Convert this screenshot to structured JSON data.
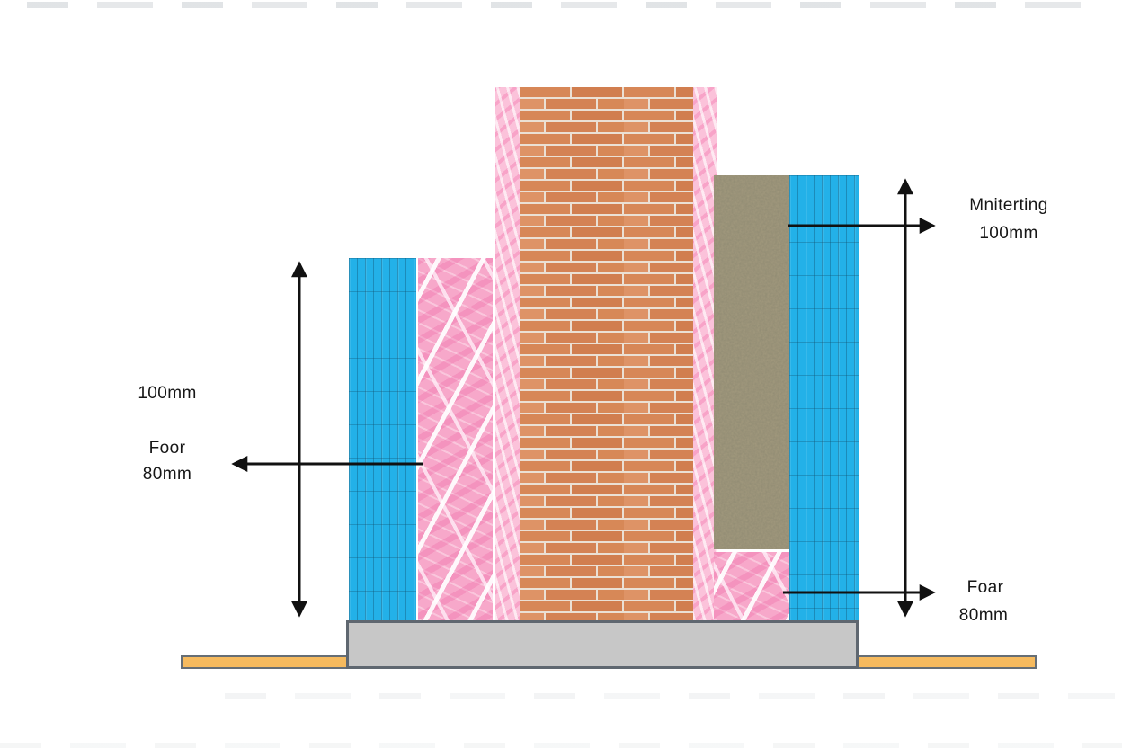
{
  "diagram": {
    "type": "wall-section-construction-detail",
    "annotations": {
      "left_height": {
        "text": "100mm"
      },
      "left_layer": {
        "name": "Foor",
        "size": "80mm"
      },
      "right_top_layer": {
        "name": "Mniterting",
        "size": "100mm"
      },
      "right_bottom_layer": {
        "name": "Foar",
        "size": "80mm"
      }
    },
    "colors": {
      "panel_blue": "#23b1e8",
      "foam_pink": "#f7a8ca",
      "strip_pink": "#fbc2da",
      "brick_orange": "#d5814f",
      "brick_mortar_joint": "#eadfd2",
      "render_khaki": "#a39a7e",
      "footing_gray": "#c7c7c7",
      "ground_tan": "#f6ba5e",
      "outline_dark": "#5f6770",
      "dimension_line": "#111111"
    }
  }
}
